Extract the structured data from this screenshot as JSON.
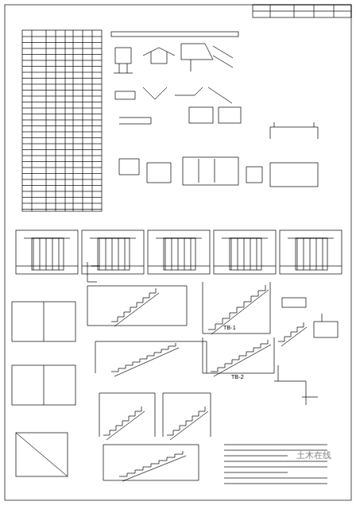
{
  "diagram": {
    "labels": [
      "TB-1",
      "TB-2",
      "土木在线"
    ]
  }
}
